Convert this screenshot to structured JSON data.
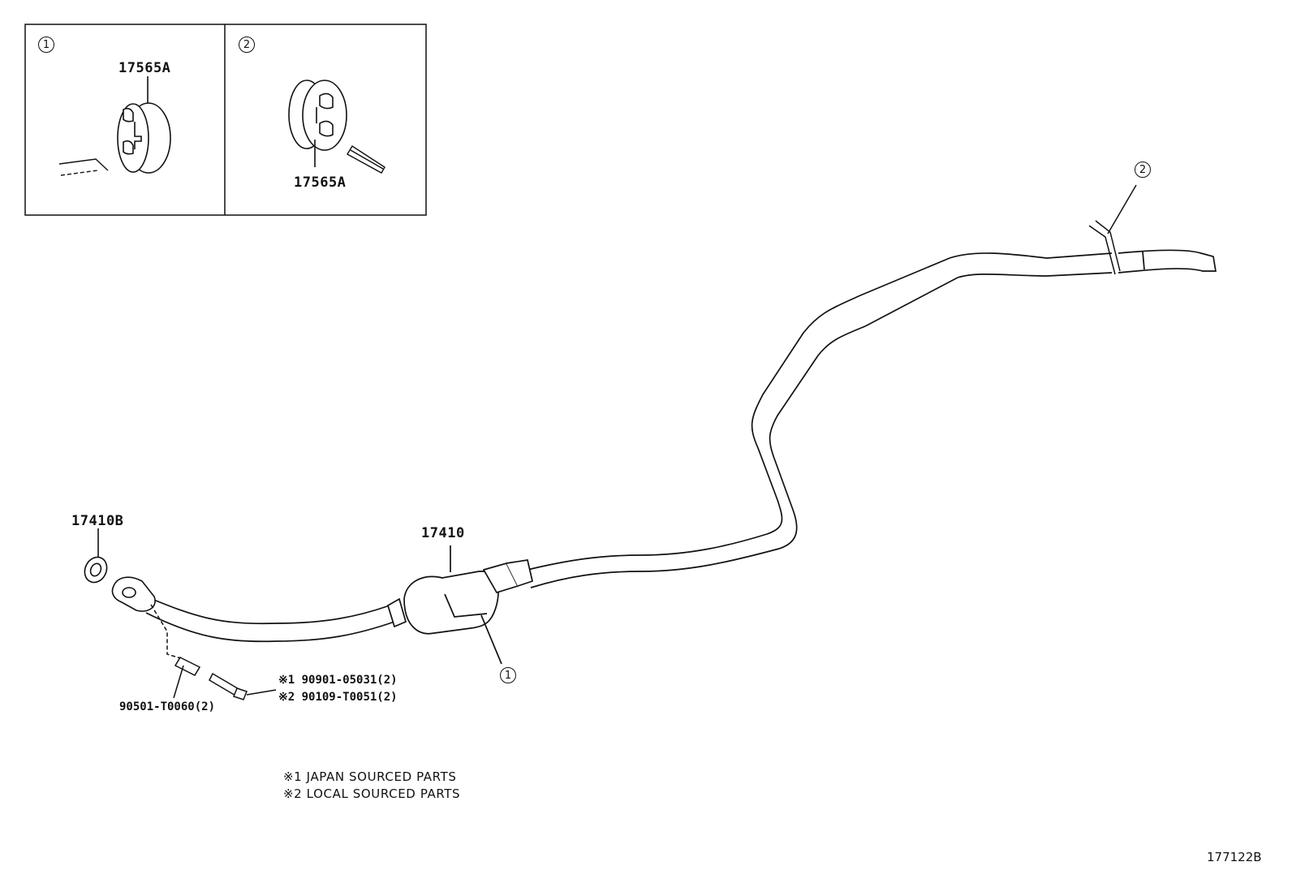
{
  "inset_panels": [
    {
      "callout": "1",
      "part": "17565A"
    },
    {
      "callout": "2",
      "part": "17565A"
    }
  ],
  "parts": {
    "gasket": "17410B",
    "exhaust_pipe": "17410",
    "stud": "90501-T0060(2)",
    "bolt_japan": "※1 90901-05031(2)",
    "bolt_local": "※2 90109-T0051(2)"
  },
  "callouts": {
    "front_hanger": "1",
    "rear_hanger": "2"
  },
  "notes": [
    "※1 JAPAN SOURCED PARTS",
    "※2 LOCAL SOURCED PARTS"
  ],
  "diagram_ref": "177122B"
}
